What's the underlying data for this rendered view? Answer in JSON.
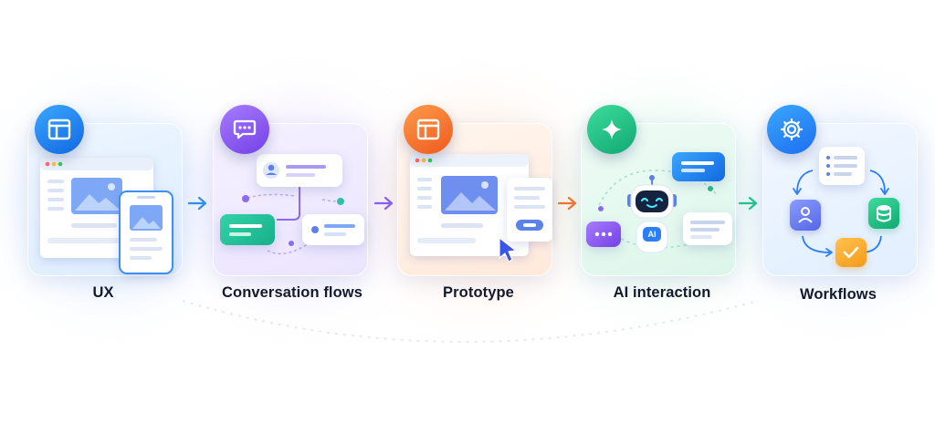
{
  "steps": [
    {
      "label": "UX",
      "icon": "layout-icon",
      "color": "#1e8ff0"
    },
    {
      "label": "Conversation flows",
      "icon": "chat-icon",
      "color": "#8b5cf6"
    },
    {
      "label": "Prototype",
      "icon": "layout-icon",
      "color": "#f2742a"
    },
    {
      "label": "AI interaction",
      "icon": "sparkle-icon",
      "color": "#1fc48a"
    },
    {
      "label": "Workflows",
      "icon": "gear-icon",
      "color": "#2b7ef5"
    }
  ],
  "robot": {
    "chest_text": "AI"
  }
}
